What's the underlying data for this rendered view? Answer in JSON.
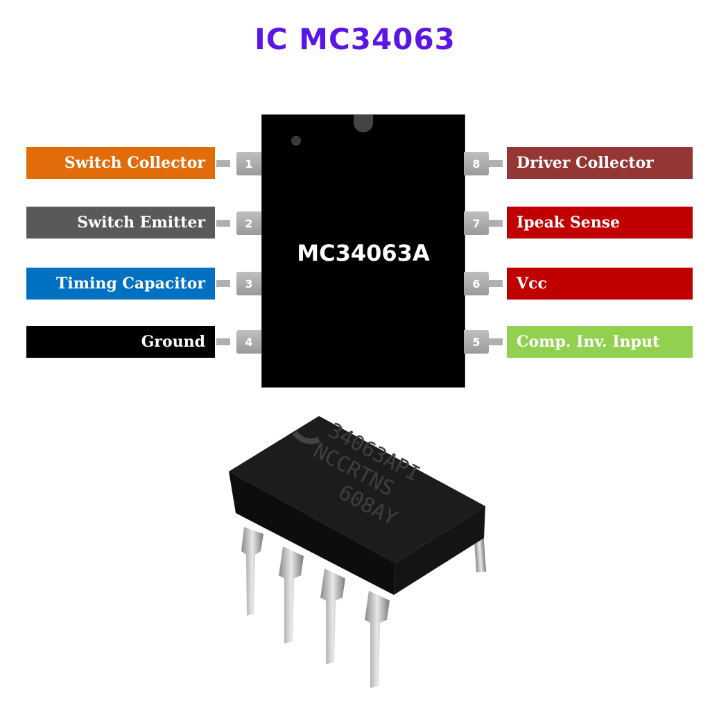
{
  "title": "IC MC34063",
  "chip": {
    "label": "MC34063A"
  },
  "pins_left": [
    {
      "number": "1",
      "label": "Switch Collector",
      "color": "#e36c0a"
    },
    {
      "number": "2",
      "label": "Switch Emitter",
      "color": "#595959"
    },
    {
      "number": "3",
      "label": "Timing Capacitor",
      "color": "#0070c0"
    },
    {
      "number": "4",
      "label": "Ground",
      "color": "#000000"
    }
  ],
  "pins_right": [
    {
      "number": "8",
      "label": "Driver Collector",
      "color": "#943634"
    },
    {
      "number": "7",
      "label": "Ipeak Sense",
      "color": "#c00000"
    },
    {
      "number": "6",
      "label": "Vcc",
      "color": "#c00000"
    },
    {
      "number": "5",
      "label": "Comp. Inv. Input",
      "color": "#92d050"
    }
  ],
  "photo": {
    "marking_line1": "34063API",
    "marking_line2": "NCCRTNS",
    "marking_line3": "608AY"
  }
}
